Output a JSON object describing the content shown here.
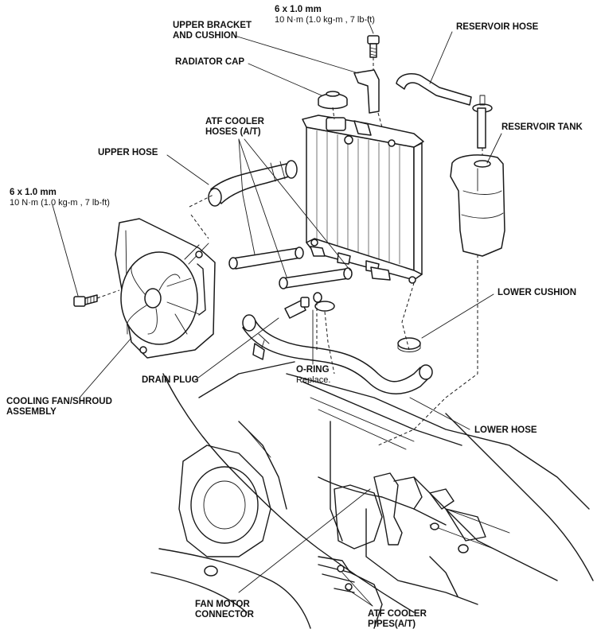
{
  "labels": {
    "torque_top_size": "6 x 1.0 mm",
    "torque_top_value": "10  N·m (1.0  kg-m , 7  lb-ft)",
    "upper_bracket_line1": "UPPER BRACKET",
    "upper_bracket_line2": "AND CUSHION",
    "reservoir_hose": "RESERVOIR HOSE",
    "radiator_cap": "RADIATOR CAP",
    "atf_cooler_hoses_line1": "ATF COOLER",
    "atf_cooler_hoses_line2": "HOSES (A/T)",
    "reservoir_tank": "RESERVOIR TANK",
    "upper_hose": "UPPER HOSE",
    "torque_left_size": "6 x 1.0 mm",
    "torque_left_value": "10  N·m (1.0  kg-m , 7  lb-ft)",
    "lower_cushion": "LOWER CUSHION",
    "drain_plug": "DRAIN PLUG",
    "o_ring": "O-RING",
    "o_ring_note": "Replace.",
    "cooling_fan_line1": "COOLING FAN/SHROUD",
    "cooling_fan_line2": "ASSEMBLY",
    "lower_hose": "LOWER HOSE",
    "fan_motor_line1": "FAN MOTOR",
    "fan_motor_line2": "CONNECTOR",
    "atf_pipes_line1": "ATF COOLER",
    "atf_pipes_line2": "PIPES(A/T)"
  },
  "colors": {
    "ink": "#1a1a1a",
    "paper": "#ffffff"
  }
}
